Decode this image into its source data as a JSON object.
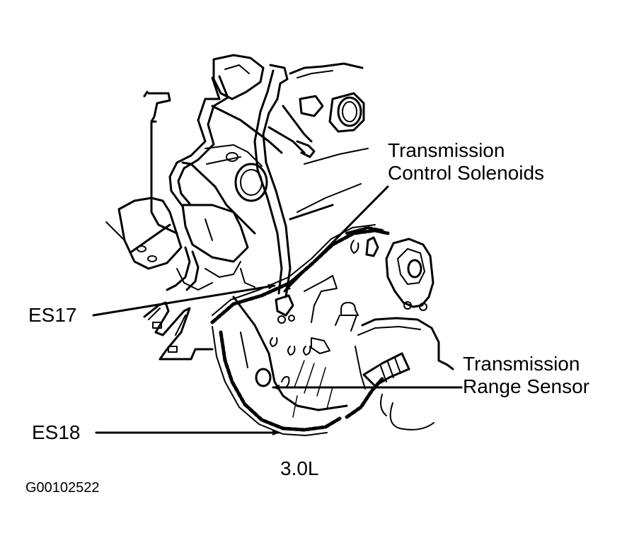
{
  "figure": {
    "id_code": "G00102522",
    "engine_caption": "3.0L",
    "colors": {
      "background": "#ffffff",
      "ink": "#000000"
    }
  },
  "callouts": [
    {
      "id": "tcs",
      "line1": "Transmission",
      "line2": "Control Solenoids"
    },
    {
      "id": "trs",
      "line1": "Transmission",
      "line2": "Range Sensor"
    },
    {
      "id": "es17",
      "label": "ES17"
    },
    {
      "id": "es18",
      "label": "ES18"
    }
  ]
}
